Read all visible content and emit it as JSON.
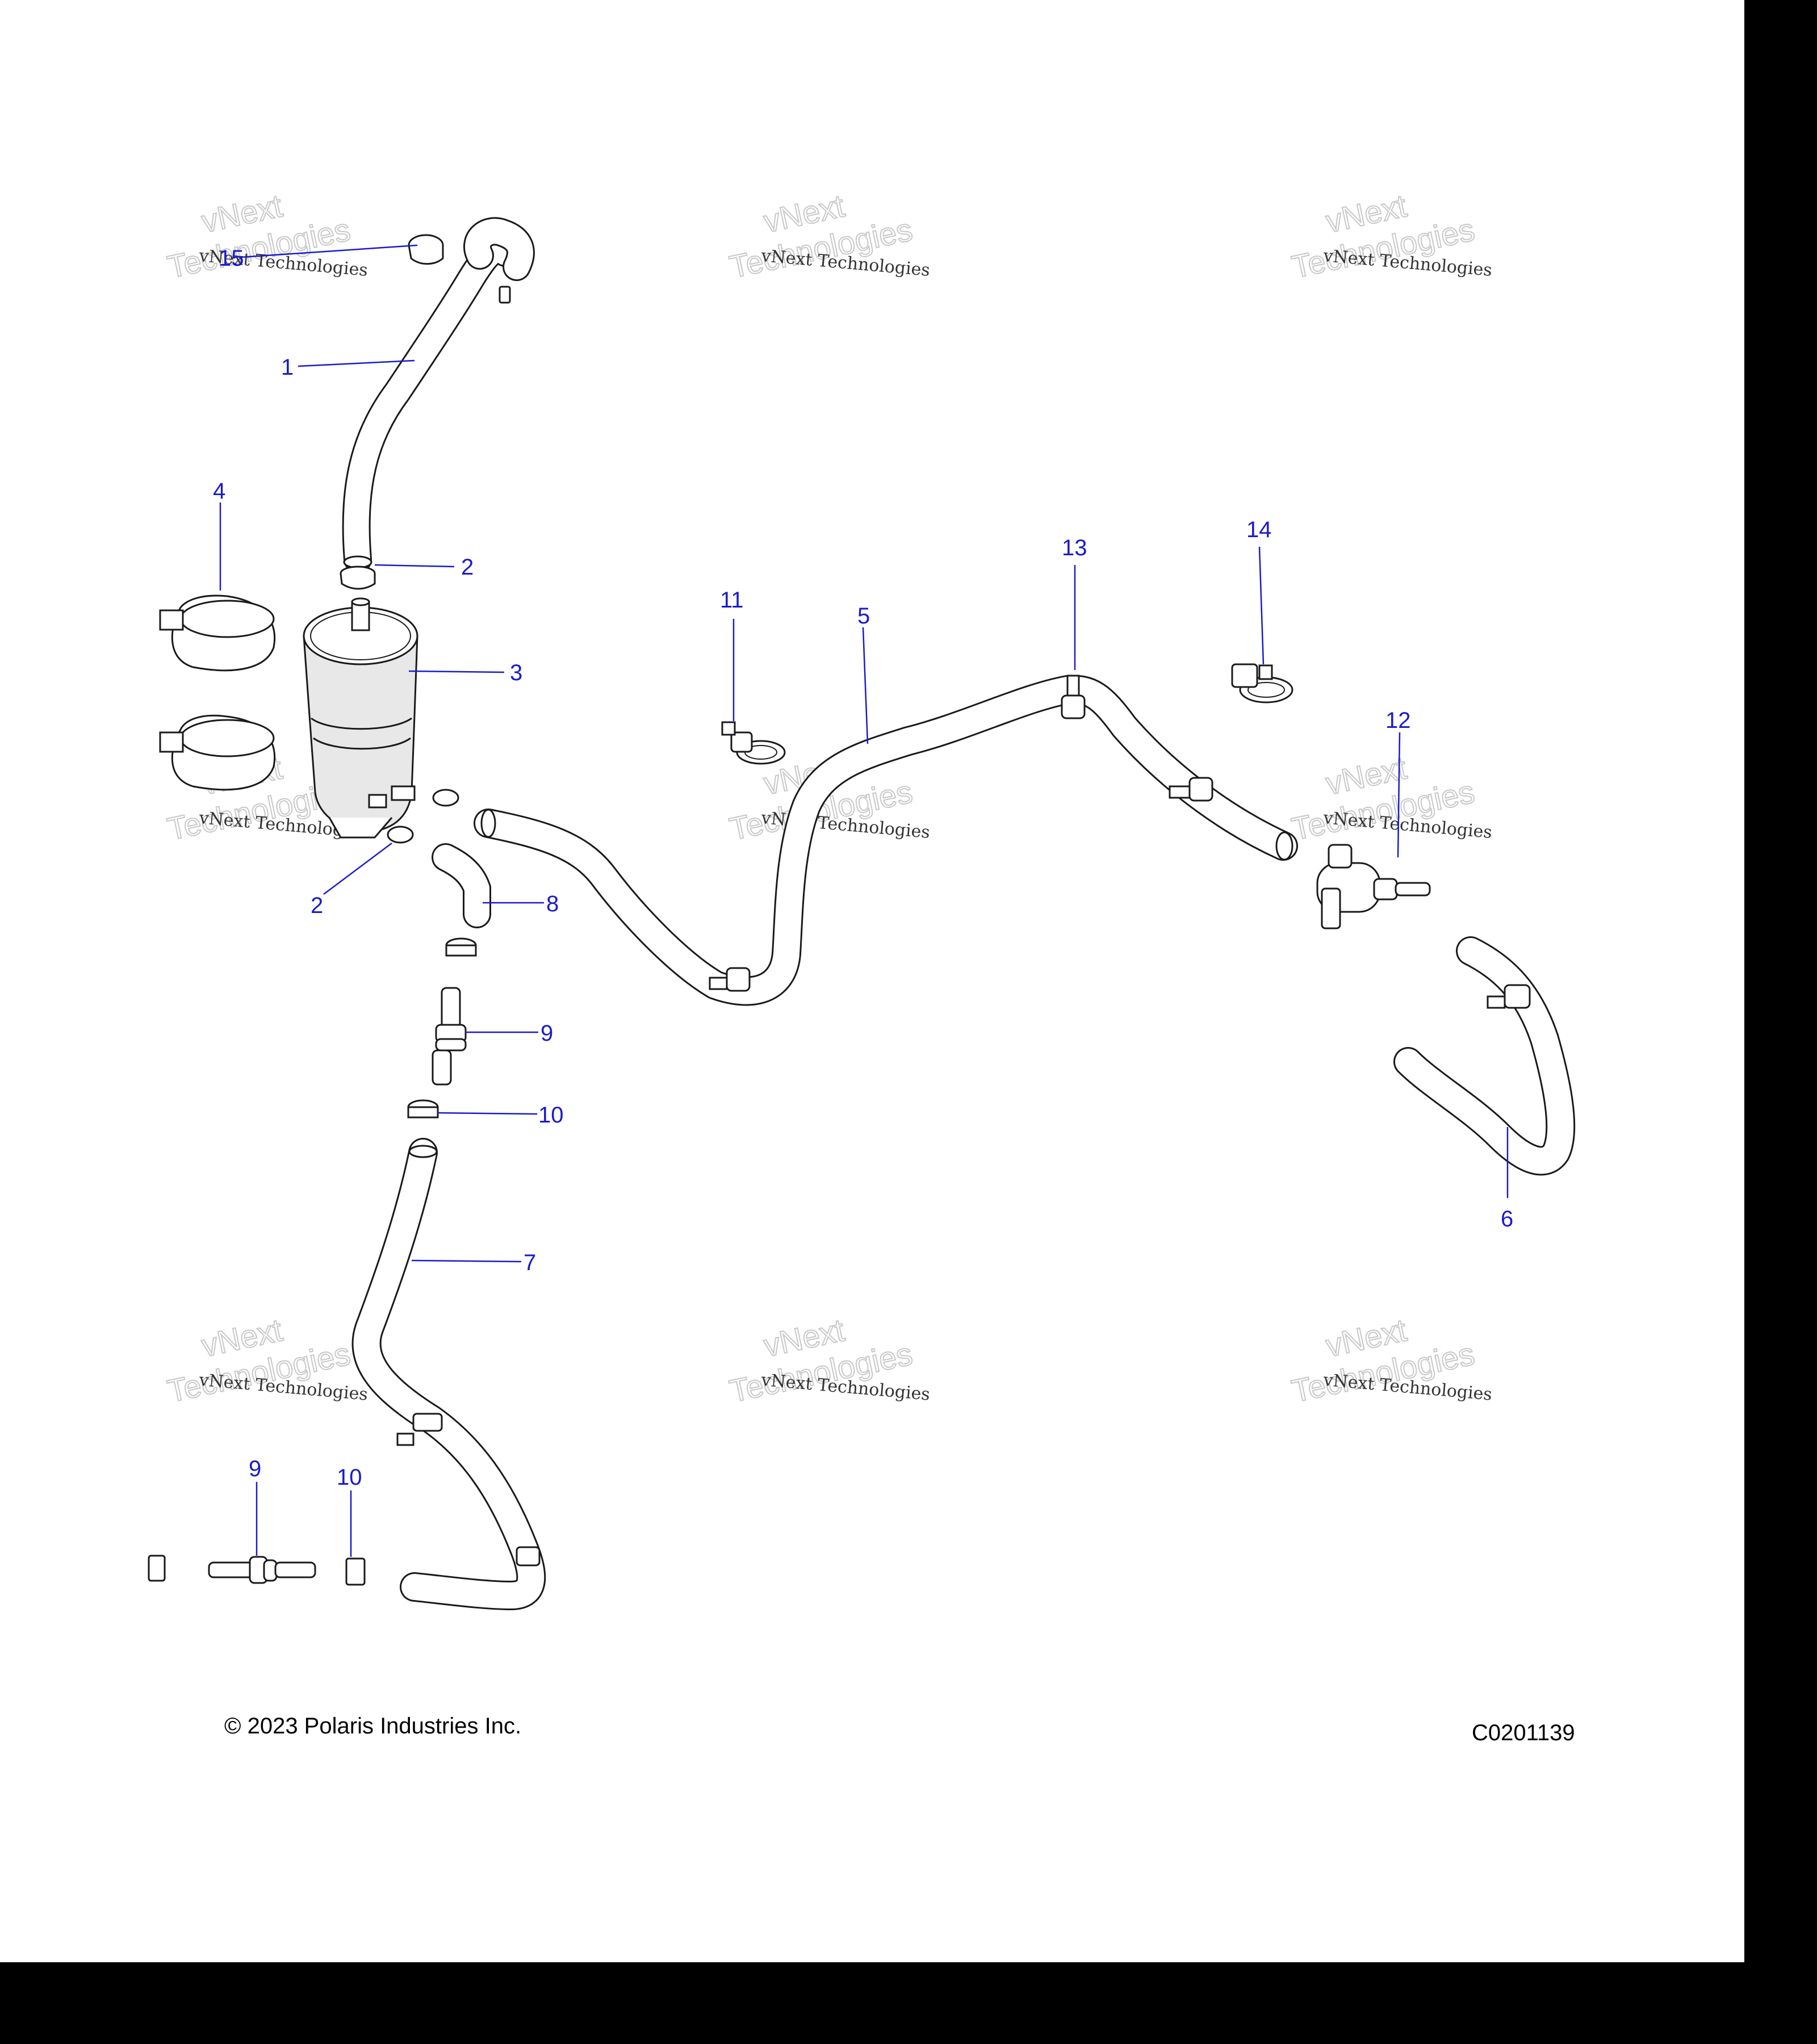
{
  "diagram": {
    "callouts": [
      {
        "id": "c15",
        "label": "15"
      },
      {
        "id": "c1",
        "label": "1"
      },
      {
        "id": "c4",
        "label": "4"
      },
      {
        "id": "c2a",
        "label": "2"
      },
      {
        "id": "c3",
        "label": "3"
      },
      {
        "id": "c2b",
        "label": "2"
      },
      {
        "id": "c8",
        "label": "8"
      },
      {
        "id": "c9a",
        "label": "9"
      },
      {
        "id": "c10a",
        "label": "10"
      },
      {
        "id": "c7",
        "label": "7"
      },
      {
        "id": "c9b",
        "label": "9"
      },
      {
        "id": "c10b",
        "label": "10"
      },
      {
        "id": "c11",
        "label": "11"
      },
      {
        "id": "c5",
        "label": "5"
      },
      {
        "id": "c13",
        "label": "13"
      },
      {
        "id": "c14",
        "label": "14"
      },
      {
        "id": "c12",
        "label": "12"
      },
      {
        "id": "c6",
        "label": "6"
      }
    ],
    "watermark": {
      "line1": "vNext Technologies",
      "line2_top": "vNext",
      "line2_bottom": "Technologies"
    },
    "colors": {
      "callout": "#1a1acc",
      "line_art": "#1a1a1a",
      "part_fill": "#ffffff",
      "watermark": "#c8c8c8"
    }
  },
  "footer": {
    "copyright": "© 2023 Polaris Industries Inc.",
    "drawing_number": "C0201139"
  }
}
